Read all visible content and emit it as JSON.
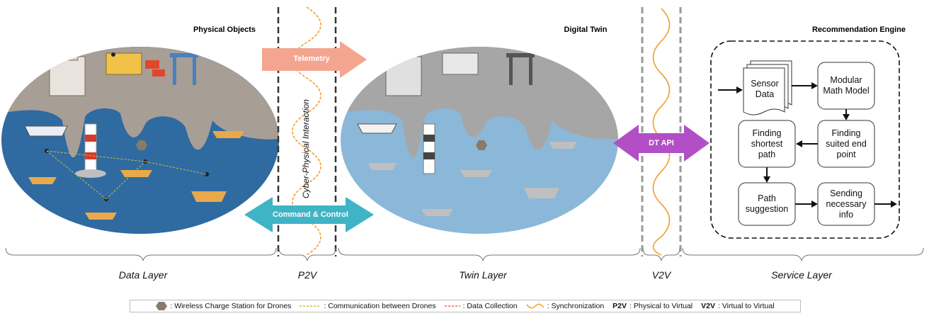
{
  "titles": {
    "physical": "Physical Objects",
    "digital_twin": "Digital Twin",
    "recommendation": "Recommendation Engine"
  },
  "arrows": {
    "telemetry": "Telemetry",
    "command_control": "Command & Control",
    "dt_api": "DT API"
  },
  "cyber_physical": "Cyber-Physical Interaction",
  "engine_boxes": {
    "sensor_data": "Sensor Data",
    "modular_math": "Modular Math Model",
    "finding_endpoint": "Finding suited end point",
    "finding_path": "Finding shortest path",
    "path_suggestion": "Path suggestion",
    "sending_info": "Sending necessary info"
  },
  "layers": {
    "data": "Data Layer",
    "p2v": "P2V",
    "twin": "Twin Layer",
    "v2v": "V2V",
    "service": "Service Layer"
  },
  "legend": {
    "charge_station": ": Wireless Charge Station for Drones",
    "drone_comm": ": Communication between Drones",
    "data_collection": ": Data Collection",
    "sync": ": Synchronization",
    "p2v_abbr": "P2V",
    "p2v_desc": ": Physical to Virtual",
    "v2v_abbr": "V2V",
    "v2v_desc": ": Virtual to Virtual"
  },
  "colors": {
    "land": "#a79e96",
    "sea_physical": "#2f6aa1",
    "sea_twin": "#8bb8d8",
    "land_twin": "#a6a6a6",
    "telemetry": "#f4a58f",
    "command": "#3fb4c5",
    "dt_api": "#b24fc6",
    "sync_wave": "#f0a030"
  },
  "icons": [
    "port-buildings-icon",
    "crane-icon",
    "ship-icon",
    "drone-icon",
    "lighthouse-icon",
    "charge-station-icon",
    "antenna-icon"
  ]
}
